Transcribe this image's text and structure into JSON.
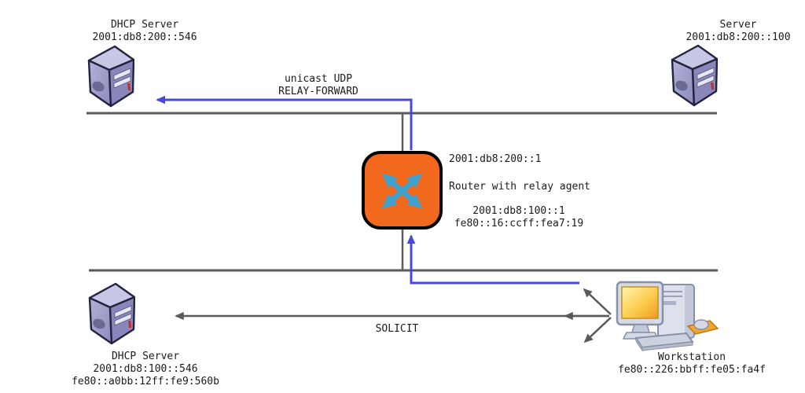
{
  "colors": {
    "arrow_blue": "#4848e0",
    "line_gray": "#5a5a5a",
    "router_fill": "#f2691d",
    "router_x": "#41a0cc",
    "text": "#1b1b1b"
  },
  "nodes": {
    "dhcp_server_top": {
      "name": "DHCP Server",
      "address": "2001:db8:200::546"
    },
    "server": {
      "name": "Server",
      "address": "2001:db8:200::100"
    },
    "router": {
      "upstream_address": "2001:db8:200::1",
      "name": "Router with relay agent",
      "downstream_address": "2001:db8:100::1",
      "link_local": "fe80::16:ccff:fea7:19"
    },
    "dhcp_server_bottom": {
      "name": "DHCP Server",
      "address": "2001:db8:100::546",
      "link_local": "fe80::a0bb:12ff:fe9:560b"
    },
    "workstation": {
      "name": "Workstation",
      "link_local": "fe80::226:bbff:fe05:fa4f"
    }
  },
  "messages": {
    "relay_forward_line1": "unicast UDP",
    "relay_forward_line2": "RELAY-FORWARD",
    "solicit": "SOLICIT"
  }
}
